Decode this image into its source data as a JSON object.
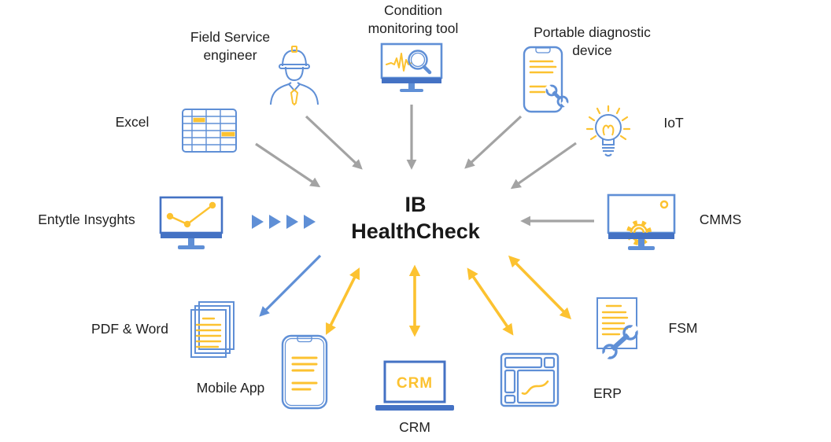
{
  "title": {
    "line1": "IB",
    "line2": "HealthCheck"
  },
  "colors": {
    "blue": "#5f8fd6",
    "dark_blue": "#4472c4",
    "yellow": "#fcc230",
    "gray": "#a3a3a3",
    "text": "#1f1f1f"
  },
  "nodes": {
    "field_service_engineer": {
      "label_line1": "Field Service",
      "label_line2": "engineer",
      "icon": "engineer-icon"
    },
    "condition_monitoring_tool": {
      "label_line1": "Condition",
      "label_line2": "monitoring tool",
      "icon": "monitor-waveform-magnifier-icon"
    },
    "portable_diagnostic_device": {
      "label_line1": "Portable diagnostic",
      "label_line2": "device",
      "icon": "phone-wrench-icon"
    },
    "excel": {
      "label": "Excel",
      "icon": "spreadsheet-icon"
    },
    "iot": {
      "label": "IoT",
      "icon": "lightbulb-icon"
    },
    "entytle_insyghts": {
      "label": "Entytle Insyghts",
      "icon": "monitor-linechart-icon"
    },
    "cmms": {
      "label": "CMMS",
      "icon": "monitor-gear-icon"
    },
    "pdf_word": {
      "label": "PDF & Word",
      "icon": "stacked-documents-icon"
    },
    "mobile_app": {
      "label": "Mobile App",
      "icon": "smartphone-icon"
    },
    "crm": {
      "label": "CRM",
      "screen_text": "CRM",
      "icon": "laptop-crm-icon"
    },
    "erp": {
      "label": "ERP",
      "icon": "dashboard-window-icon"
    },
    "fsm": {
      "label": "FSM",
      "icon": "document-wrench-icon"
    }
  },
  "connections": [
    {
      "from": "Excel",
      "to": "IB HealthCheck",
      "type": "one-way",
      "color": "gray"
    },
    {
      "from": "Field Service engineer",
      "to": "IB HealthCheck",
      "type": "one-way",
      "color": "gray"
    },
    {
      "from": "Condition monitoring tool",
      "to": "IB HealthCheck",
      "type": "one-way",
      "color": "gray"
    },
    {
      "from": "Portable diagnostic device",
      "to": "IB HealthCheck",
      "type": "one-way",
      "color": "gray"
    },
    {
      "from": "IoT",
      "to": "IB HealthCheck",
      "type": "one-way",
      "color": "gray"
    },
    {
      "from": "CMMS",
      "to": "IB HealthCheck",
      "type": "one-way",
      "color": "gray"
    },
    {
      "from": "Entytle Insyghts",
      "to": "IB HealthCheck",
      "type": "flow-triangles",
      "color": "blue"
    },
    {
      "from": "IB HealthCheck",
      "to": "PDF & Word",
      "type": "one-way",
      "color": "blue"
    },
    {
      "from": "IB HealthCheck",
      "to": "Mobile App",
      "type": "two-way",
      "color": "yellow"
    },
    {
      "from": "IB HealthCheck",
      "to": "CRM",
      "type": "two-way",
      "color": "yellow"
    },
    {
      "from": "IB HealthCheck",
      "to": "ERP",
      "type": "two-way",
      "color": "yellow"
    },
    {
      "from": "IB HealthCheck",
      "to": "FSM",
      "type": "two-way",
      "color": "yellow"
    }
  ]
}
